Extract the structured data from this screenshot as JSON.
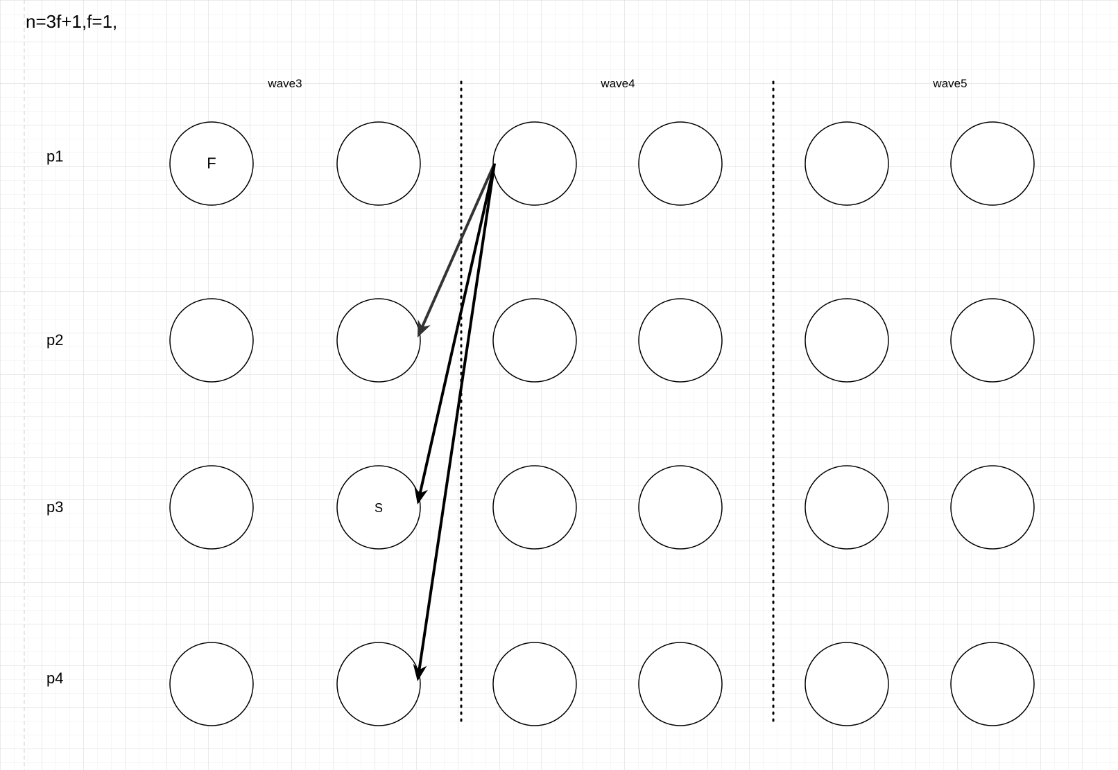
{
  "header": {
    "formula": "n=3f+1,f=1,"
  },
  "waves": [
    {
      "label": "wave3"
    },
    {
      "label": "wave4"
    },
    {
      "label": "wave5"
    }
  ],
  "processes": [
    {
      "label": "p1"
    },
    {
      "label": "p2"
    },
    {
      "label": "p3"
    },
    {
      "label": "p4"
    }
  ],
  "nodes": [
    {
      "process": "p1",
      "column": 1,
      "text": "F"
    },
    {
      "process": "p1",
      "column": 2,
      "text": ""
    },
    {
      "process": "p1",
      "column": 3,
      "text": ""
    },
    {
      "process": "p1",
      "column": 4,
      "text": ""
    },
    {
      "process": "p1",
      "column": 5,
      "text": ""
    },
    {
      "process": "p1",
      "column": 6,
      "text": ""
    },
    {
      "process": "p2",
      "column": 1,
      "text": ""
    },
    {
      "process": "p2",
      "column": 2,
      "text": ""
    },
    {
      "process": "p2",
      "column": 3,
      "text": ""
    },
    {
      "process": "p2",
      "column": 4,
      "text": ""
    },
    {
      "process": "p2",
      "column": 5,
      "text": ""
    },
    {
      "process": "p2",
      "column": 6,
      "text": ""
    },
    {
      "process": "p3",
      "column": 1,
      "text": ""
    },
    {
      "process": "p3",
      "column": 2,
      "text": "S"
    },
    {
      "process": "p3",
      "column": 3,
      "text": ""
    },
    {
      "process": "p3",
      "column": 4,
      "text": ""
    },
    {
      "process": "p3",
      "column": 5,
      "text": ""
    },
    {
      "process": "p3",
      "column": 6,
      "text": ""
    },
    {
      "process": "p4",
      "column": 1,
      "text": ""
    },
    {
      "process": "p4",
      "column": 2,
      "text": ""
    },
    {
      "process": "p4",
      "column": 3,
      "text": ""
    },
    {
      "process": "p4",
      "column": 4,
      "text": ""
    },
    {
      "process": "p4",
      "column": 5,
      "text": ""
    },
    {
      "process": "p4",
      "column": 6,
      "text": ""
    }
  ],
  "edges": [
    {
      "from": "p1-c3",
      "to": "p2-c2",
      "color": "#333333"
    },
    {
      "from": "p1-c3",
      "to": "p3-c2",
      "color": "#000000"
    },
    {
      "from": "p1-c3",
      "to": "p4-c2",
      "color": "#000000"
    }
  ],
  "colors": {
    "grid_minor": "#eeeeee",
    "grid_major": "#d6d6d6",
    "stroke": "#000000"
  }
}
